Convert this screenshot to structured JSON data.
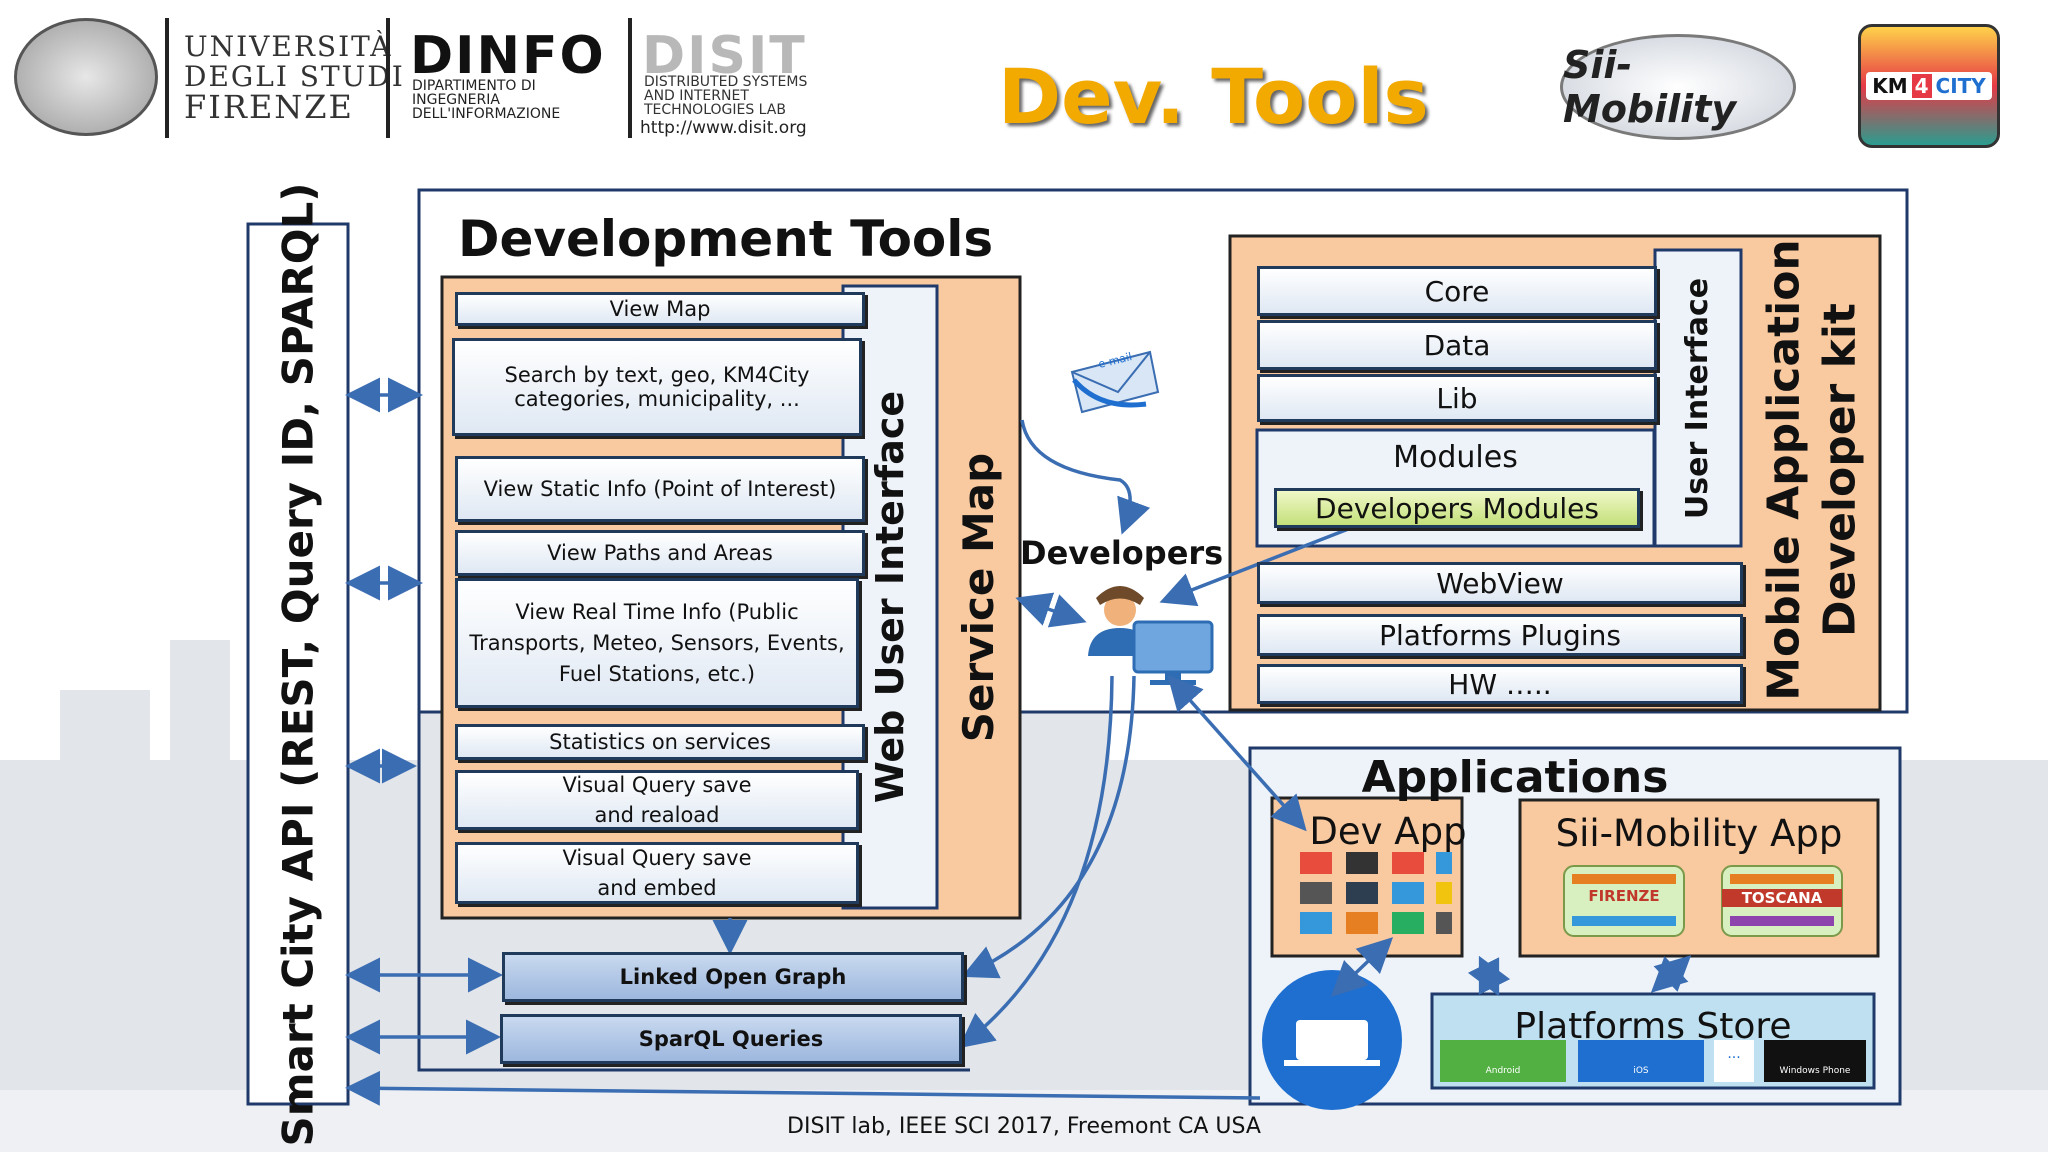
{
  "header": {
    "university_line1": "UNIVERSITÀ",
    "university_line2": "DEGLI STUDI",
    "university_line3": "FIRENZE",
    "dinfo_title": "DINFO",
    "dinfo_sub1": "DIPARTIMENTO DI",
    "dinfo_sub2": "INGEGNERIA",
    "dinfo_sub3": "DELL'INFORMAZIONE",
    "disit_title": "DISIT",
    "disit_sub1": "DISTRIBUTED SYSTEMS",
    "disit_sub2": "AND INTERNET",
    "disit_sub3": "TECHNOLOGIES LAB",
    "disit_url": "http://www.disit.org",
    "title": "Dev. Tools",
    "sii_logo": "Sii-Mobility",
    "km_logo_km": "KM",
    "km_logo_4": "4",
    "km_logo_city": "CITY"
  },
  "left_api": "Smart City API (REST, Query ID, SPARQL)",
  "dev_tools": {
    "title": "Development Tools",
    "items": [
      "View Map",
      "Search by text, geo, KM4City categories, municipality, ...",
      "View Static Info (Point of Interest)",
      "View Paths and Areas",
      "View Real Time Info (Public Transports, Meteo, Sensors, Events, Fuel Stations, etc.)",
      "Statistics on services",
      "Visual Query save and reaload",
      "Visual Query save and embed"
    ],
    "web_ui": "Web User Interface",
    "service_map": "Service Map",
    "linked_open_graph": "Linked Open Graph",
    "sparql_queries": "SparQL Queries"
  },
  "developers": "Developers",
  "email_icon_text": "e-mail",
  "sdk": {
    "title_line1": "Mobile Application",
    "title_line2": "Developer kit",
    "user_interface": "User Interface",
    "core": "Core",
    "data": "Data",
    "lib": "Lib",
    "modules": "Modules",
    "dev_modules": "Developers Modules",
    "webview": "WebView",
    "plugins": "Platforms Plugins",
    "hw": "HW ….."
  },
  "apps": {
    "title": "Applications",
    "dev_app": "Dev App",
    "sii_app": "Sii-Mobility App",
    "firenze": "FIRENZE",
    "toscana": "TOSCANA",
    "store": "Platforms Store",
    "store_items": [
      "Android",
      "iOS",
      "...",
      "Windows Phone"
    ]
  },
  "footer": "DISIT lab, IEEE SCI 2017, Freemont CA USA",
  "colors": {
    "orange_panel": "#f9c9a0",
    "frame_blue": "#1f3a6a",
    "arrow_blue": "#3a6db2",
    "title_orange": "#f2a900",
    "box_blue": "#a9c2e6"
  }
}
